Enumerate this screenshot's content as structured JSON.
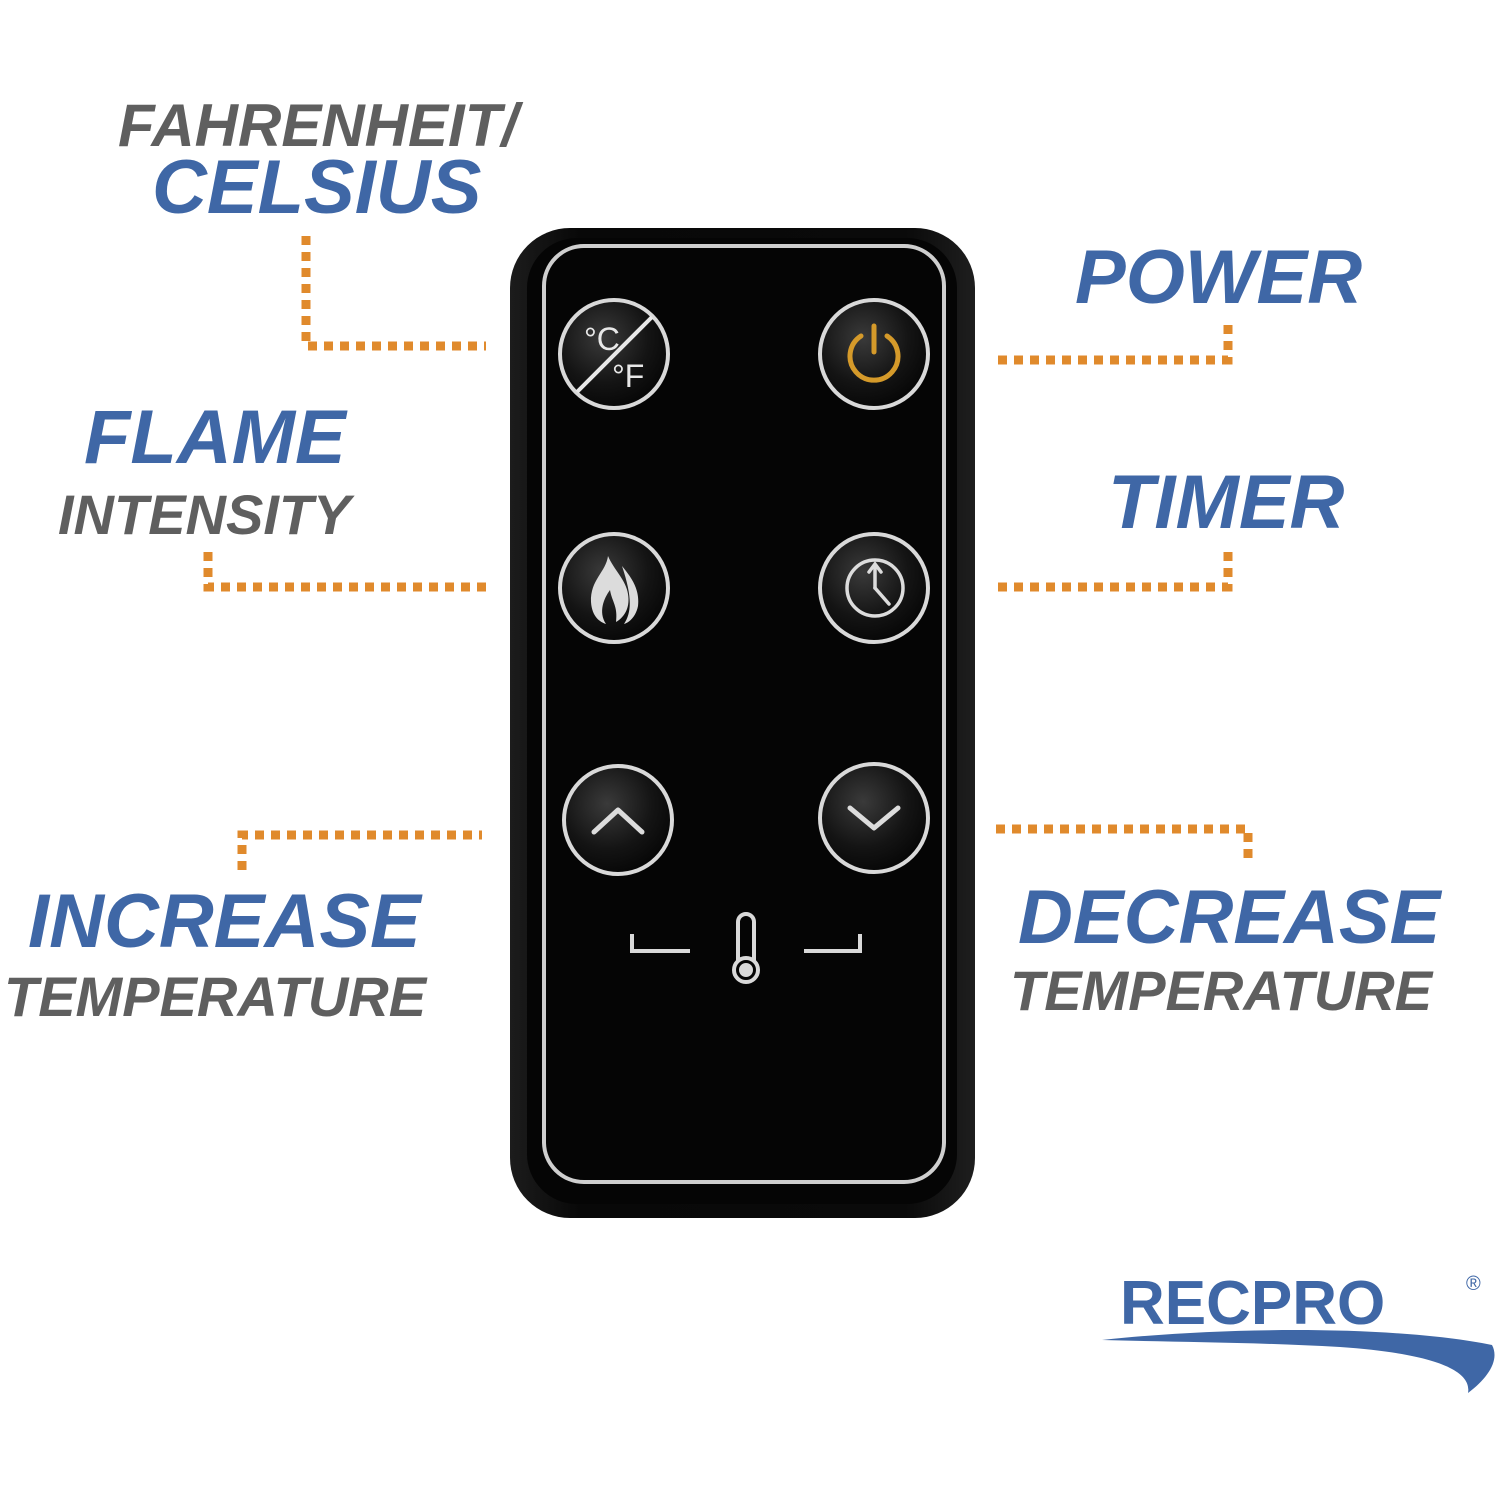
{
  "labels": {
    "fahrenheit": "FAHRENHEIT/",
    "celsius": "CELSIUS",
    "power": "POWER",
    "flame": "FLAME",
    "intensity": "INTENSITY",
    "timer": "TIMER",
    "increase": "INCREASE",
    "increase_sub": "TEMPERATURE",
    "decrease": "DECREASE",
    "decrease_sub": "TEMPERATURE"
  },
  "buttons": {
    "unit_celsius": "°C",
    "unit_fahrenheit": "°F"
  },
  "brand": {
    "name_rec": "REC",
    "name_pro": "PRO",
    "registered": "®"
  },
  "colors": {
    "label_blue": "#3f67a6",
    "label_gray": "#5f5f5f",
    "leader_orange": "#e08a2c",
    "power_icon": "#d59a2a",
    "remote_body": "#0c0c0c"
  }
}
